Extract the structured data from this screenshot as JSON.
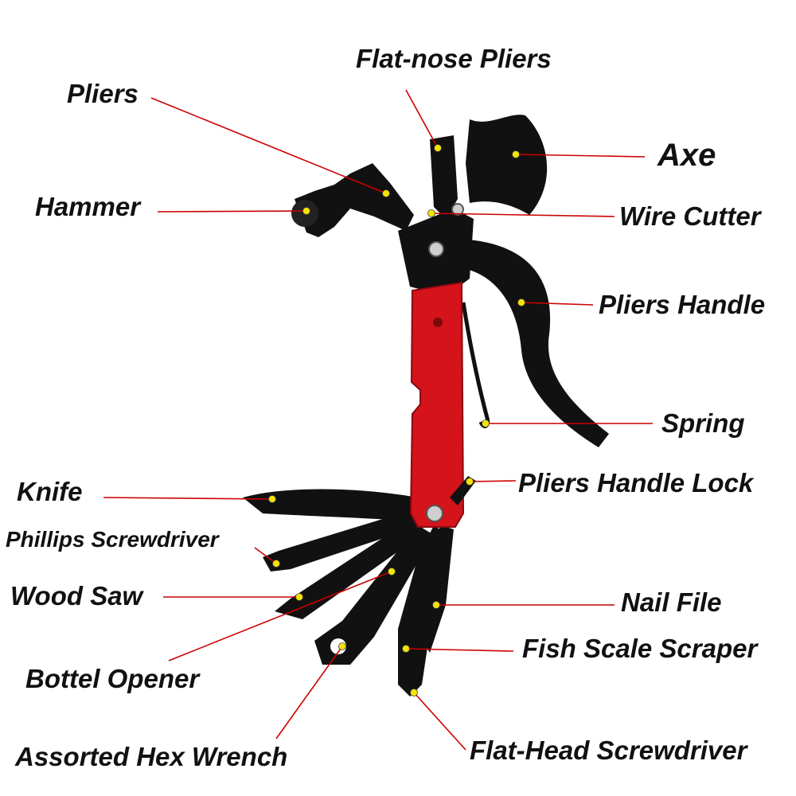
{
  "colors": {
    "handle_red": "#d4131b",
    "tool_black": "#111111",
    "leader_line": "#cc0000",
    "marker_dot": "#f5e400"
  },
  "labels": {
    "flat_nose_pliers": "Flat-nose Pliers",
    "pliers": "Pliers",
    "axe": "Axe",
    "hammer": "Hammer",
    "wire_cutter": "Wire Cutter",
    "pliers_handle": "Pliers Handle",
    "spring": "Spring",
    "knife": "Knife",
    "pliers_handle_lock": "Pliers Handle Lock",
    "phillips_screwdriver": "Phillips Screwdriver",
    "wood_saw": "Wood Saw",
    "nail_file": "Nail File",
    "fish_scale_scraper": "Fish Scale Scraper",
    "bottel_opener": "Bottel Opener",
    "assorted_hex_wrench": "Assorted Hex Wrench",
    "flat_head_screwdriver": "Flat-Head Screwdriver"
  }
}
